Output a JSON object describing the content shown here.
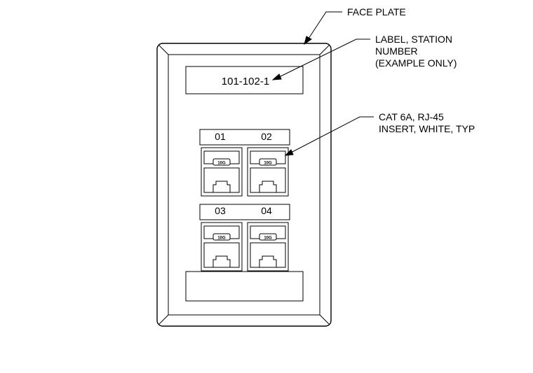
{
  "callouts": {
    "face_plate": "FACE PLATE",
    "label_line1": "LABEL, STATION",
    "label_line2": "NUMBER",
    "label_line3": "(EXAMPLE ONLY)",
    "insert_line1": "CAT 6A, RJ-45",
    "insert_line2": "INSERT, WHITE, TYP"
  },
  "station_label": "101-102-1",
  "ports": [
    {
      "number": "01",
      "badge": "10G"
    },
    {
      "number": "02",
      "badge": "10G"
    },
    {
      "number": "03",
      "badge": "10G"
    },
    {
      "number": "04",
      "badge": "10G"
    }
  ],
  "colors": {
    "line": "#000000",
    "background": "#ffffff"
  }
}
